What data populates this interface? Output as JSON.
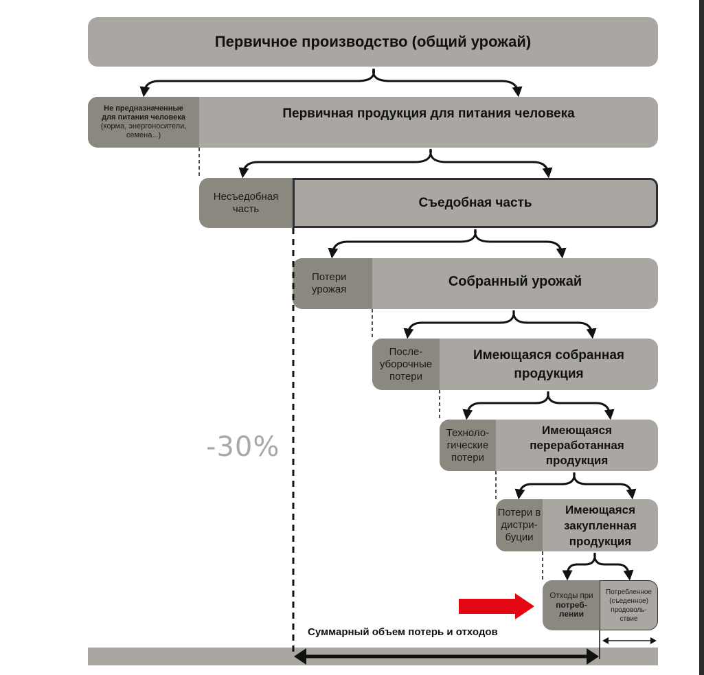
{
  "diagram": {
    "levels": [
      {
        "main": "Первичное производство (общий урожай)"
      },
      {
        "loss": [
          "Не предназначенные",
          "для питания человека",
          "(корма, энергоносители,",
          "семена...)"
        ],
        "main": "Первичная продукция для питания человека"
      },
      {
        "loss": [
          "Несъедобная",
          "часть"
        ],
        "main": "Съедобная часть"
      },
      {
        "loss": [
          "Потери",
          "урожая"
        ],
        "main": "Собранный урожай"
      },
      {
        "loss": [
          "После-",
          "уборочные",
          "потери"
        ],
        "main": [
          "Имеющаяся собранная",
          "продукция"
        ]
      },
      {
        "loss": [
          "Техноло-",
          "гические",
          "потери"
        ],
        "main": [
          "Имеющаяся",
          "переработанная",
          "продукция"
        ]
      },
      {
        "loss": [
          "Потери в",
          "дистри-",
          "буции"
        ],
        "main": [
          "Имеющаяся",
          "закупленная",
          "продукция"
        ]
      },
      {
        "loss": [
          "Отходы при",
          "потреб-",
          "лении"
        ],
        "main": [
          "Потребленное",
          "(съеденное)",
          "продоволь-",
          "ствие"
        ]
      }
    ],
    "loss_percentage": "-30%",
    "summary_label": "Суммарный объем потерь и отходов"
  },
  "colors": {
    "box_light": "#aaa7a3",
    "box_dark": "#8b887f",
    "accent_arrow": "#e30613",
    "percent_text": "#aaa8a6"
  }
}
